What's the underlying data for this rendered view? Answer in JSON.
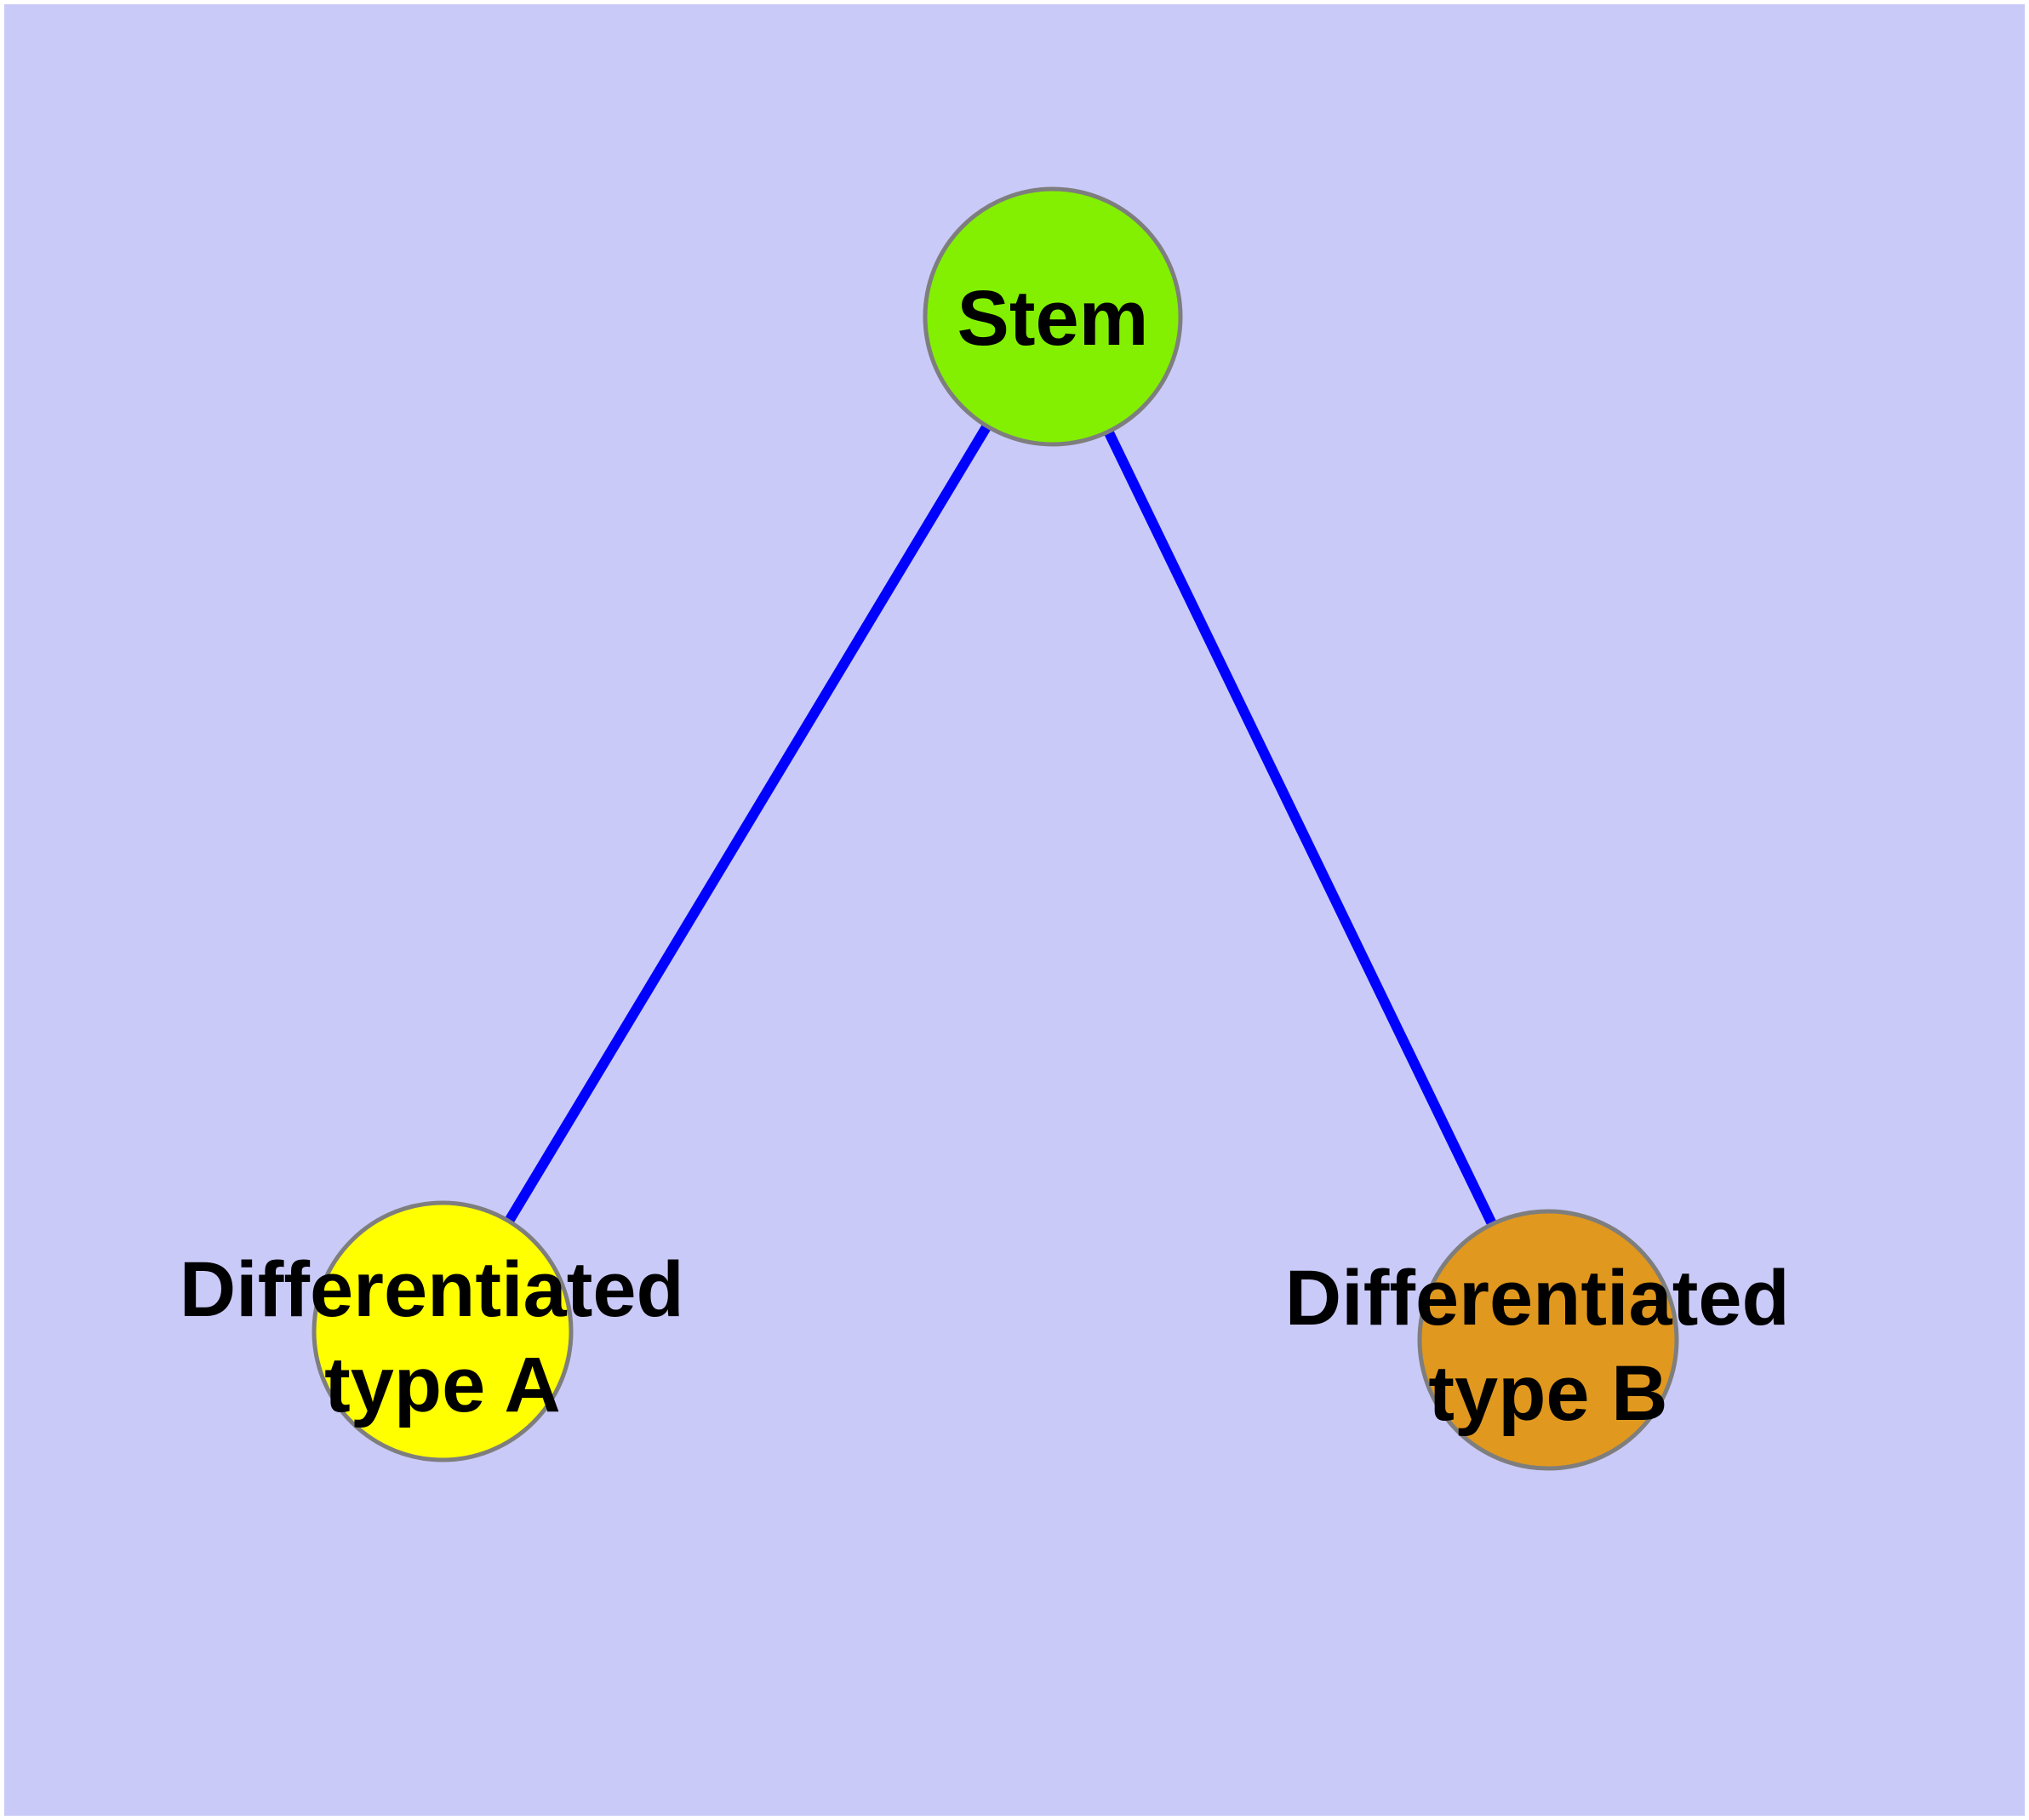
{
  "diagram": {
    "type": "node-link-graph",
    "colors": {
      "background": "#cacaf8",
      "frame": "#ffffff",
      "edge": "#0000ff",
      "node_border": "#7e7e7e",
      "label_text": "#000000"
    },
    "nodes": {
      "stem": {
        "label": "Stem",
        "fill": "#82f000"
      },
      "type_a": {
        "label": "Differentiated type A",
        "label_line1": "Differentiated",
        "label_line2": "type A",
        "fill": "#ffff00"
      },
      "type_b": {
        "label": "Differentiated type B",
        "label_line1": "Differentiated",
        "label_line2": "type B",
        "fill": "#e1981e"
      }
    },
    "edges": [
      {
        "from": "Stem",
        "to": "Differentiated type A",
        "color": "#0000ff"
      },
      {
        "from": "Stem",
        "to": "Differentiated type B",
        "color": "#0000ff"
      }
    ]
  }
}
